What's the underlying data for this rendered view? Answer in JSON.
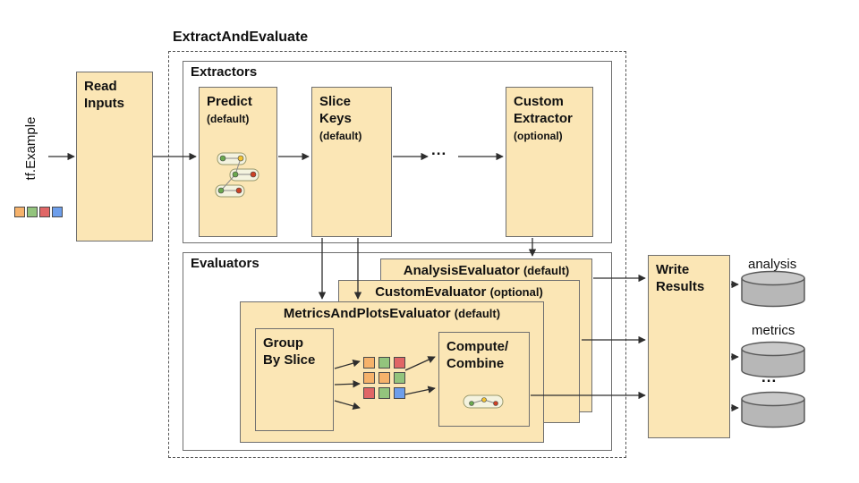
{
  "diagram": {
    "title": "ExtractAndEvaluate",
    "input": {
      "label": "tf.Example"
    },
    "read_inputs": {
      "label": "Read\nInputs"
    },
    "extractors": {
      "label": "Extractors",
      "predict": {
        "title": "Predict",
        "subtitle": "(default)"
      },
      "slice_keys": {
        "title": "Slice\nKeys",
        "subtitle": "(default)"
      },
      "ellipsis": "...",
      "custom": {
        "title": "Custom\nExtractor",
        "subtitle": "(optional)"
      }
    },
    "evaluators": {
      "label": "Evaluators",
      "analysis": {
        "title": "AnalysisEvaluator",
        "subtitle": "(default)"
      },
      "custom": {
        "title": "CustomEvaluator",
        "subtitle": "(optional)"
      },
      "metrics_plots": {
        "title": "MetricsAndPlotsEvaluator",
        "subtitle": "(default)"
      },
      "group_by_slice": {
        "label": "Group\nBy Slice"
      },
      "compute_combine": {
        "label": "Compute/\nCombine"
      }
    },
    "write_results": {
      "label": "Write\nResults"
    },
    "outputs": {
      "analysis_label": "analysis",
      "metrics_label": "metrics",
      "ellipsis": "..."
    }
  },
  "palette": {
    "orange": "#f6b26b",
    "green": "#93c47d",
    "red": "#e06666",
    "blue": "#6d9eeb",
    "box_fill": "#fbe6b5",
    "cylinder_fill": "#b7b7b7",
    "cylinder_top": "#c9c9c9",
    "arrow": "#2e2e2e"
  },
  "grids": {
    "input_row": [
      [
        "orange",
        "green",
        "red",
        "blue"
      ]
    ],
    "sliced_data": [
      [
        "orange",
        "green",
        "red"
      ],
      [
        "orange",
        "orange",
        "green"
      ],
      [
        "red",
        "green",
        "blue"
      ]
    ]
  }
}
